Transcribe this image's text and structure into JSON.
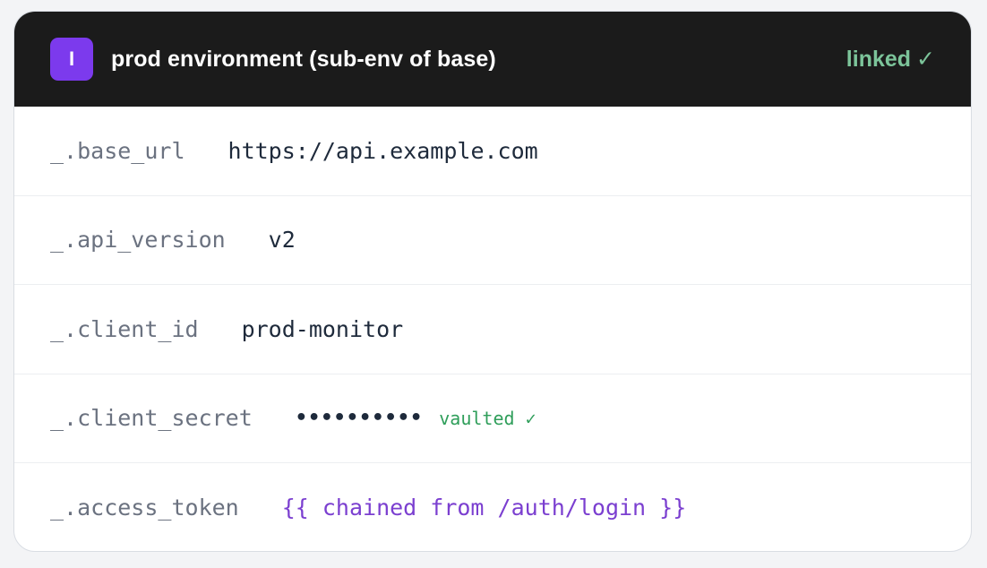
{
  "header": {
    "badge": "I",
    "title": "prod environment (sub-env of base)",
    "status": "linked",
    "status_icon": "✓"
  },
  "variables": [
    {
      "key": "_.base_url",
      "value": "https://api.example.com"
    },
    {
      "key": "_.api_version",
      "value": "v2"
    },
    {
      "key": "_.client_id",
      "value": "prod-monitor"
    },
    {
      "key": "_.client_secret",
      "value": "••••••••••",
      "note": "vaulted ✓"
    },
    {
      "key": "_.access_token",
      "value": "{{ chained from /auth/login }}"
    }
  ],
  "colors": {
    "header_bg": "#1b1b1b",
    "badge": "#7c3aed",
    "linked": "#7cc49a",
    "vaulted": "#2f9e5a",
    "chained": "#7b3fd0"
  }
}
